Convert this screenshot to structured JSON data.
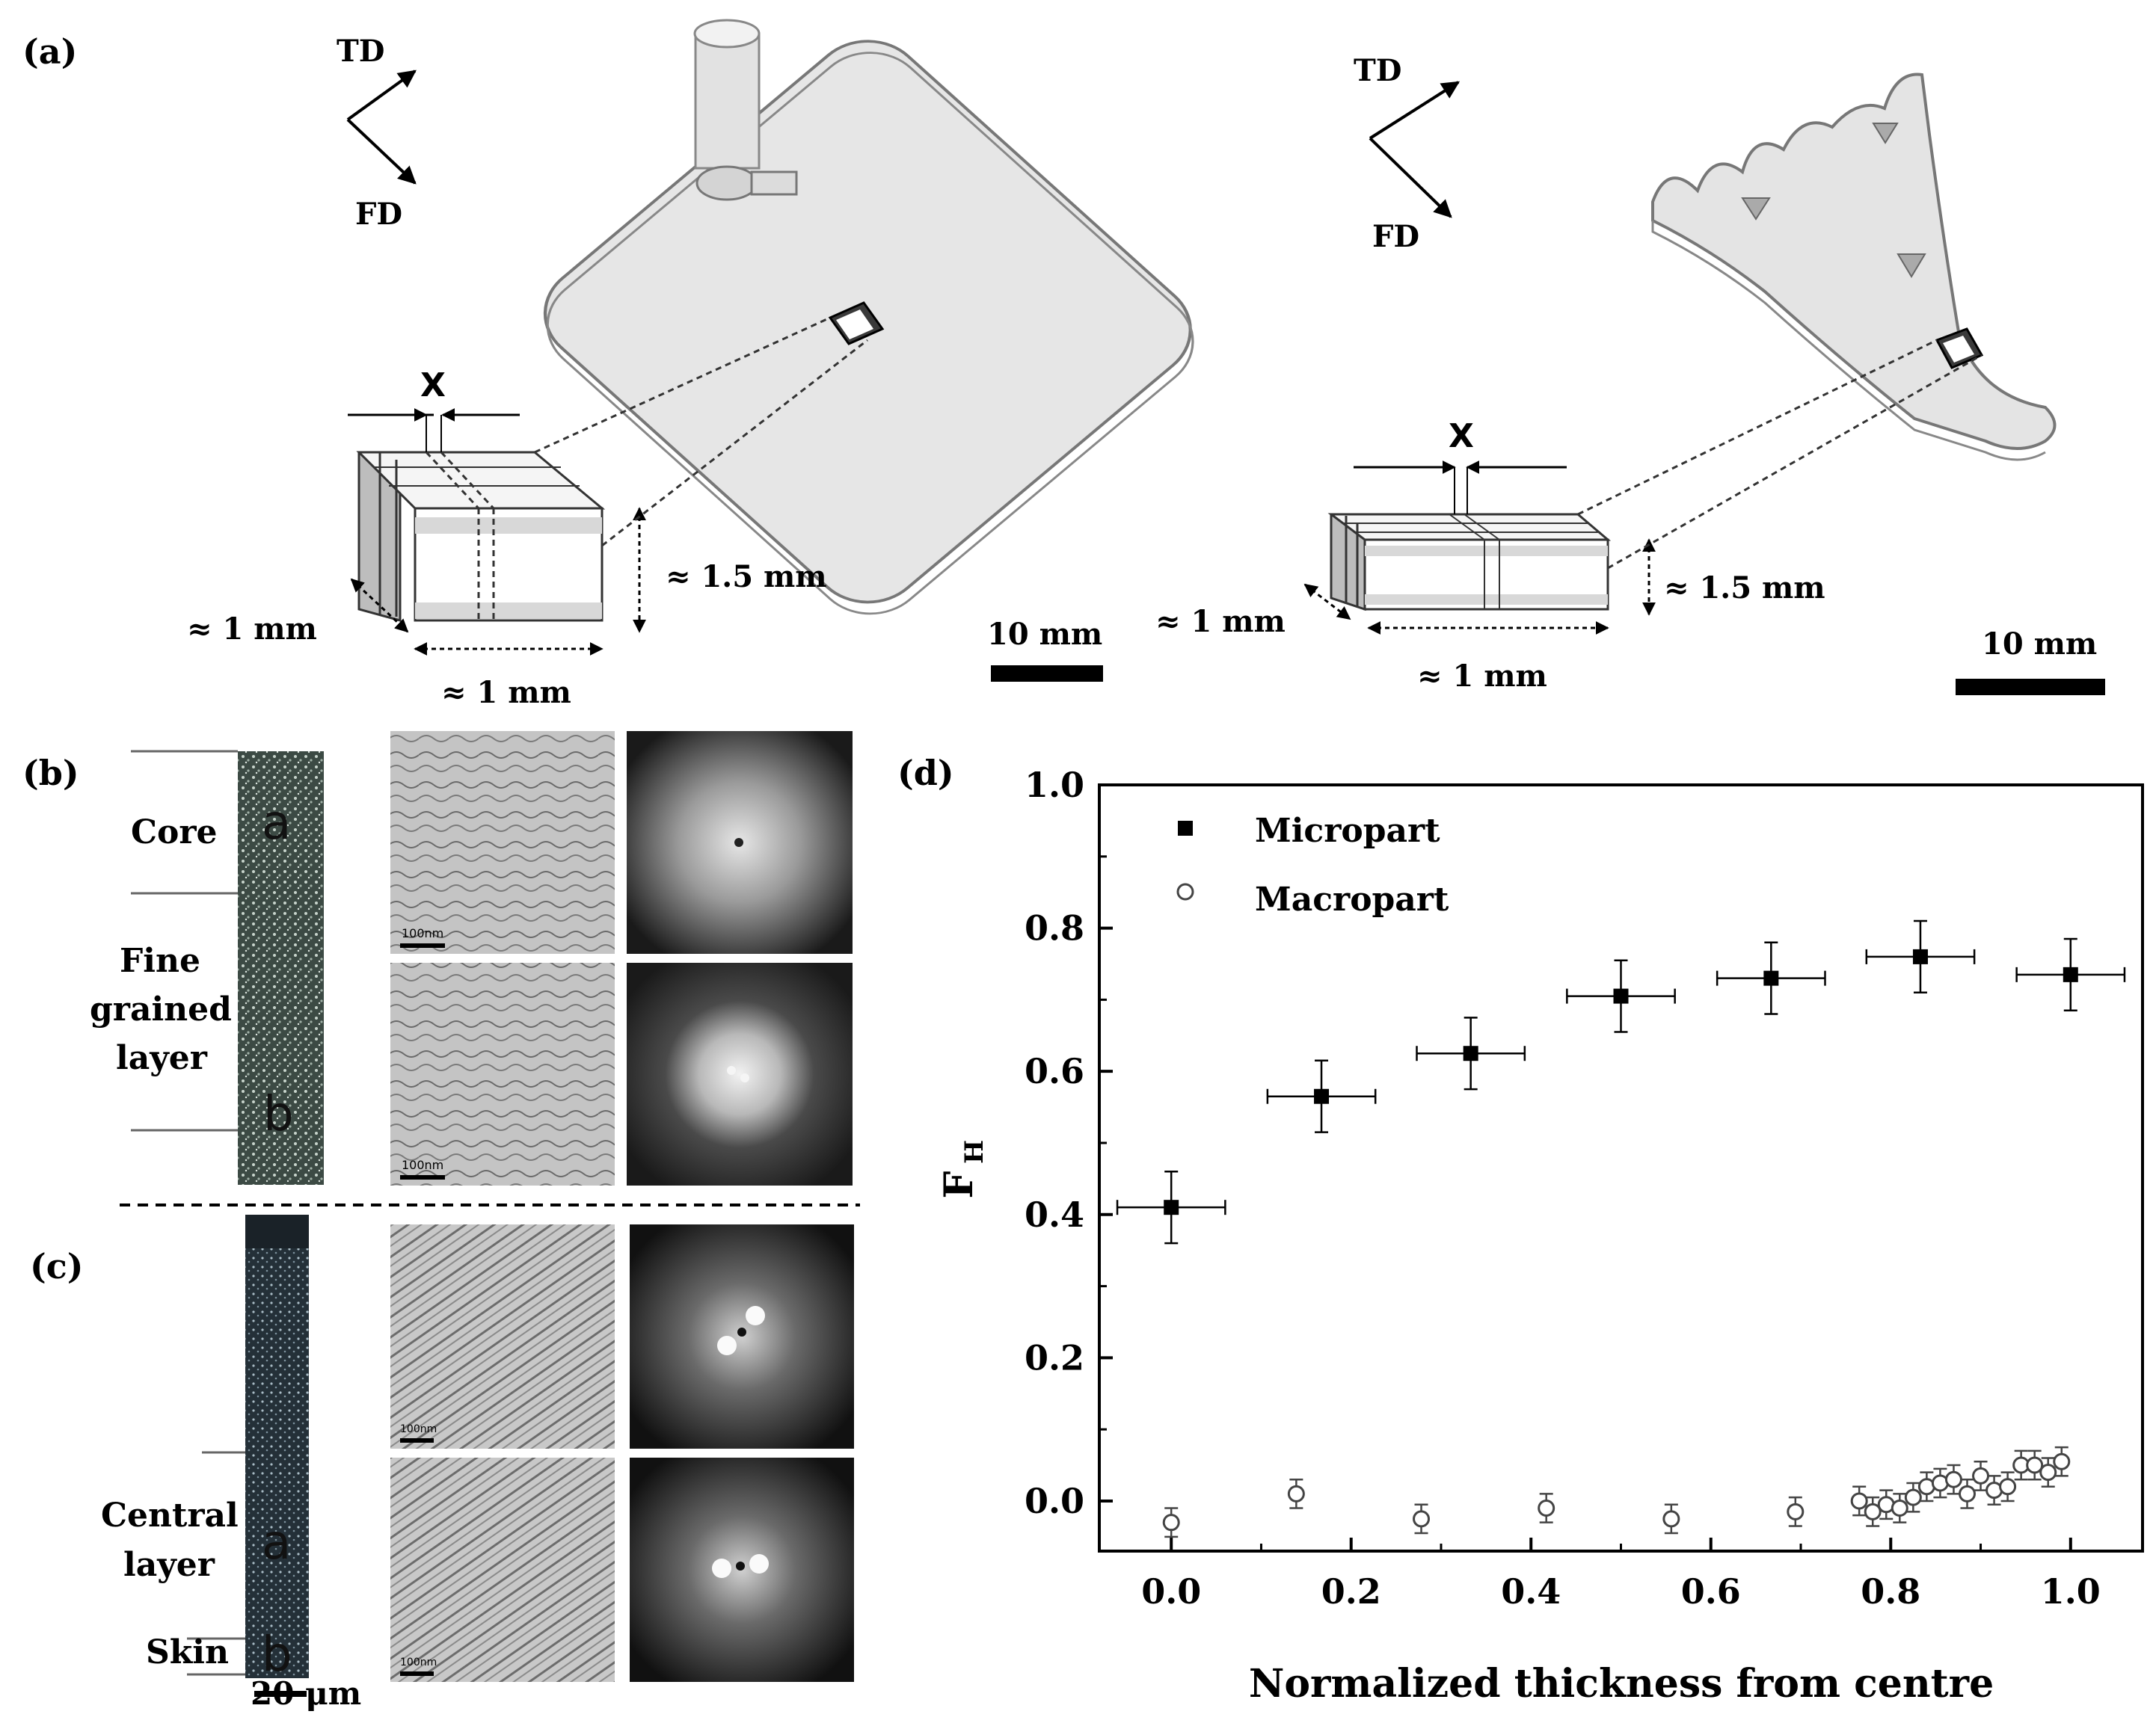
{
  "panel_a": {
    "label": "(a)",
    "left": {
      "td": "TD",
      "fd": "FD",
      "x": "X",
      "dim_h": "≈ 1.5 mm",
      "dim_d": "≈ 1 mm",
      "dim_w": "≈ 1 mm",
      "scale": "10 mm"
    },
    "right": {
      "td": "TD",
      "fd": "FD",
      "x": "X",
      "dim_h": "≈ 1.5 mm",
      "dim_d": "≈ 1 mm",
      "dim_w": "≈ 1 mm",
      "scale": "10 mm"
    }
  },
  "panel_b": {
    "label": "(b)",
    "core": "Core",
    "fine_1": "Fine",
    "fine_2": "grained",
    "fine_3": "layer",
    "mark_a": "a",
    "mark_b": "b",
    "tem_scale_1": "100nm",
    "tem_scale_2": "100nm"
  },
  "panel_c": {
    "label": "(c)",
    "central_1": "Central",
    "central_2": "layer",
    "skin": "Skin",
    "mark_a": "a",
    "mark_b": "b",
    "scale": "20 μm",
    "tem_scale_1": "100nm",
    "tem_scale_2": "100nm"
  },
  "panel_d": {
    "label": "(d)"
  },
  "chart_data": {
    "type": "scatter",
    "xlabel": "Normalized thickness from centre",
    "ylabel": "F",
    "ylabel_sub": "H",
    "xlim": [
      -0.08,
      1.08
    ],
    "ylim": [
      -0.07,
      1.0
    ],
    "xticks": [
      "0.0",
      "0.2",
      "0.4",
      "0.6",
      "0.8",
      "1.0"
    ],
    "yticks": [
      "0.0",
      "0.2",
      "0.4",
      "0.6",
      "0.8",
      "1.0"
    ],
    "legend_position": "top-left",
    "series": [
      {
        "name": "Micropart",
        "marker": "filled-square",
        "color": "#000000",
        "points": [
          {
            "x": 0.0,
            "y": 0.41,
            "xerr": 0.06,
            "yerr": 0.05
          },
          {
            "x": 0.167,
            "y": 0.565,
            "xerr": 0.06,
            "yerr": 0.05
          },
          {
            "x": 0.333,
            "y": 0.625,
            "xerr": 0.06,
            "yerr": 0.05
          },
          {
            "x": 0.5,
            "y": 0.705,
            "xerr": 0.06,
            "yerr": 0.05
          },
          {
            "x": 0.667,
            "y": 0.73,
            "xerr": 0.06,
            "yerr": 0.05
          },
          {
            "x": 0.833,
            "y": 0.76,
            "xerr": 0.06,
            "yerr": 0.05
          },
          {
            "x": 1.0,
            "y": 0.735,
            "xerr": 0.06,
            "yerr": 0.05
          }
        ]
      },
      {
        "name": "Macropart",
        "marker": "open-circle",
        "color": "#444444",
        "points": [
          {
            "x": 0.0,
            "y": -0.03,
            "yerr": 0.02
          },
          {
            "x": 0.139,
            "y": 0.01,
            "yerr": 0.02
          },
          {
            "x": 0.278,
            "y": -0.025,
            "yerr": 0.02
          },
          {
            "x": 0.417,
            "y": -0.01,
            "yerr": 0.02
          },
          {
            "x": 0.556,
            "y": -0.025,
            "yerr": 0.02
          },
          {
            "x": 0.694,
            "y": -0.015,
            "yerr": 0.02
          },
          {
            "x": 0.765,
            "y": 0.0,
            "yerr": 0.02
          },
          {
            "x": 0.78,
            "y": -0.015,
            "yerr": 0.02
          },
          {
            "x": 0.795,
            "y": -0.005,
            "yerr": 0.02
          },
          {
            "x": 0.81,
            "y": -0.01,
            "yerr": 0.02
          },
          {
            "x": 0.825,
            "y": 0.005,
            "yerr": 0.02
          },
          {
            "x": 0.84,
            "y": 0.02,
            "yerr": 0.02
          },
          {
            "x": 0.855,
            "y": 0.025,
            "yerr": 0.02
          },
          {
            "x": 0.87,
            "y": 0.03,
            "yerr": 0.02
          },
          {
            "x": 0.885,
            "y": 0.01,
            "yerr": 0.02
          },
          {
            "x": 0.9,
            "y": 0.035,
            "yerr": 0.02
          },
          {
            "x": 0.915,
            "y": 0.015,
            "yerr": 0.02
          },
          {
            "x": 0.93,
            "y": 0.02,
            "yerr": 0.02
          },
          {
            "x": 0.945,
            "y": 0.05,
            "yerr": 0.02
          },
          {
            "x": 0.96,
            "y": 0.05,
            "yerr": 0.02
          },
          {
            "x": 0.975,
            "y": 0.04,
            "yerr": 0.02
          },
          {
            "x": 0.99,
            "y": 0.055,
            "yerr": 0.02
          }
        ]
      }
    ]
  }
}
